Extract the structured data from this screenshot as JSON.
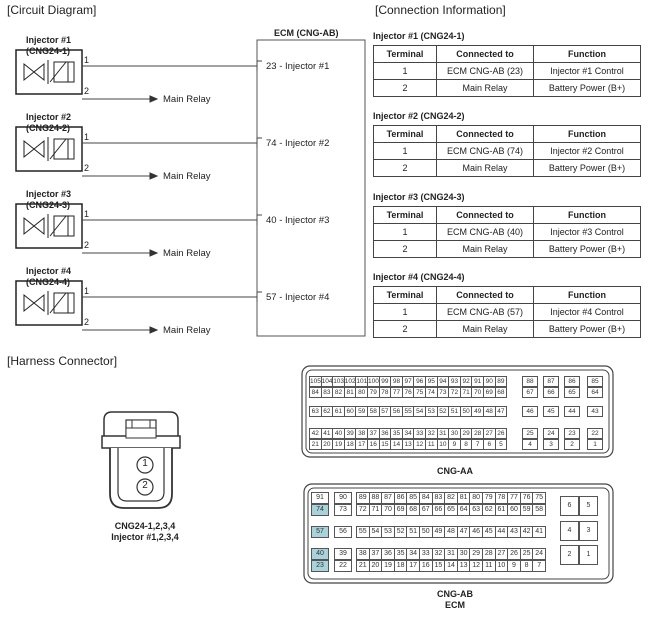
{
  "circuit_diagram": {
    "title": "[Circuit Diagram]",
    "ecm_title": "ECM (CNG-AB)",
    "injectors": [
      {
        "name": "Injector #1",
        "code": "(CNG24-1)",
        "pin1": "1",
        "pin2": "2",
        "relay": "Main Relay",
        "ecm_pin": "23 - Injector #1"
      },
      {
        "name": "Injector #2",
        "code": "(CNG24-2)",
        "pin1": "1",
        "pin2": "2",
        "relay": "Main Relay",
        "ecm_pin": "74 - Injector #2"
      },
      {
        "name": "Injector #3",
        "code": "(CNG24-3)",
        "pin1": "1",
        "pin2": "2",
        "relay": "Main Relay",
        "ecm_pin": "40 - Injector #3"
      },
      {
        "name": "Injector #4",
        "code": "(CNG24-4)",
        "pin1": "1",
        "pin2": "2",
        "relay": "Main Relay",
        "ecm_pin": "57 - Injector #4"
      }
    ]
  },
  "connection_information": {
    "title": "[Connection Information]",
    "headers": [
      "Terminal",
      "Connected to",
      "Function"
    ],
    "tables": [
      {
        "title": "Injector #1 (CNG24-1)",
        "rows": [
          [
            "1",
            "ECM CNG-AB (23)",
            "Injector #1 Control"
          ],
          [
            "2",
            "Main Relay",
            "Battery Power (B+)"
          ]
        ]
      },
      {
        "title": "Injector #2 (CNG24-2)",
        "rows": [
          [
            "1",
            "ECM CNG-AB (74)",
            "Injector #2 Control"
          ],
          [
            "2",
            "Main Relay",
            "Battery Power (B+)"
          ]
        ]
      },
      {
        "title": "Injector #3 (CNG24-3)",
        "rows": [
          [
            "1",
            "ECM CNG-AB (40)",
            "Injector #3 Control"
          ],
          [
            "2",
            "Main Relay",
            "Battery Power (B+)"
          ]
        ]
      },
      {
        "title": "Injector #4 (CNG24-4)",
        "rows": [
          [
            "1",
            "ECM CNG-AB (57)",
            "Injector #4 Control"
          ],
          [
            "2",
            "Main Relay",
            "Battery Power (B+)"
          ]
        ]
      }
    ]
  },
  "harness_connector": {
    "title": "[Harness Connector]",
    "injector_connector": {
      "pin_a": "1",
      "pin_b": "2",
      "caption_1": "CNG24-1,2,3,4",
      "caption_2": "Injector #1,2,3,4"
    },
    "cng_aa": {
      "caption": "CNG-AA",
      "rows": [
        [
          "105",
          "104",
          "103",
          "102",
          "101",
          "100",
          "99",
          "98",
          "97",
          "96",
          "95",
          "94",
          "93",
          "92",
          "91",
          "90",
          "89"
        ],
        [
          "84",
          "83",
          "82",
          "81",
          "80",
          "79",
          "78",
          "77",
          "76",
          "75",
          "74",
          "73",
          "72",
          "71",
          "70",
          "69",
          "68"
        ],
        [
          "63",
          "62",
          "61",
          "60",
          "59",
          "58",
          "57",
          "56",
          "55",
          "54",
          "53",
          "52",
          "51",
          "50",
          "49",
          "48",
          "47"
        ],
        [
          "42",
          "41",
          "40",
          "39",
          "38",
          "37",
          "36",
          "35",
          "34",
          "33",
          "32",
          "31",
          "30",
          "29",
          "28",
          "27",
          "26"
        ],
        [
          "21",
          "20",
          "19",
          "18",
          "17",
          "16",
          "15",
          "14",
          "13",
          "12",
          "11",
          "10",
          "9",
          "8",
          "7",
          "6",
          "5"
        ]
      ],
      "side_rows": [
        [
          "88",
          "87",
          "86",
          "85"
        ],
        [
          "67",
          "66",
          "65",
          "64"
        ],
        [
          "46",
          "45",
          "44",
          "43"
        ],
        [
          "25",
          "24",
          "23",
          "22"
        ],
        [
          "4",
          "3",
          "2",
          "1"
        ]
      ]
    },
    "cng_ab": {
      "caption_1": "CNG-AB",
      "caption_2": "ECM",
      "highlighted": [
        "74",
        "57",
        "40",
        "23"
      ],
      "col_left": [
        [
          "91",
          "74"
        ],
        [
          "57"
        ],
        [
          "40",
          "23"
        ]
      ],
      "col_2": [
        [
          "90",
          "73"
        ],
        [
          "56"
        ],
        [
          "39",
          "22"
        ]
      ],
      "main_rows": [
        [
          "89",
          "88",
          "87",
          "86",
          "85",
          "84",
          "83",
          "82",
          "81",
          "80",
          "79",
          "78",
          "77",
          "76",
          "75"
        ],
        [
          "72",
          "71",
          "70",
          "69",
          "68",
          "67",
          "66",
          "65",
          "64",
          "63",
          "62",
          "61",
          "60",
          "59",
          "58"
        ],
        [
          "55",
          "54",
          "53",
          "52",
          "51",
          "50",
          "49",
          "48",
          "47",
          "46",
          "45",
          "44",
          "43",
          "42",
          "41"
        ],
        [
          "38",
          "37",
          "36",
          "35",
          "34",
          "33",
          "32",
          "31",
          "30",
          "29",
          "28",
          "27",
          "26",
          "25",
          "24"
        ],
        [
          "21",
          "20",
          "19",
          "18",
          "17",
          "16",
          "15",
          "14",
          "13",
          "12",
          "11",
          "10",
          "9",
          "8",
          "7"
        ]
      ],
      "right_block": [
        [
          "6",
          "5"
        ],
        [
          "4",
          "3"
        ],
        [
          "2",
          "1"
        ]
      ]
    }
  }
}
